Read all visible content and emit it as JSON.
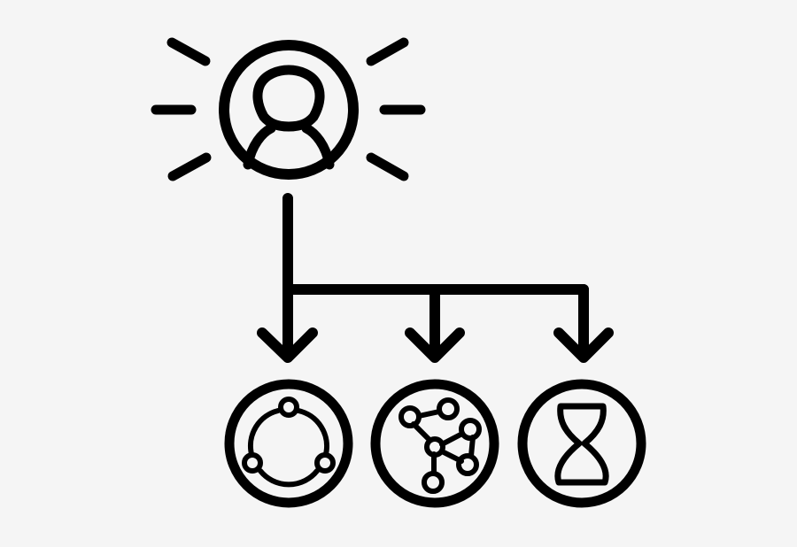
{
  "diagram": {
    "background_color": "#f5f5f5",
    "ink_color": "#000000",
    "root": {
      "icon": "user-icon",
      "decoration": "radiating-rays",
      "ray_count": 6
    },
    "connector": {
      "style": "tree-branch-with-arrows",
      "branch_count": 3
    },
    "children": [
      {
        "icon": "cycle-nodes-icon"
      },
      {
        "icon": "network-graph-icon"
      },
      {
        "icon": "hourglass-icon"
      }
    ]
  }
}
